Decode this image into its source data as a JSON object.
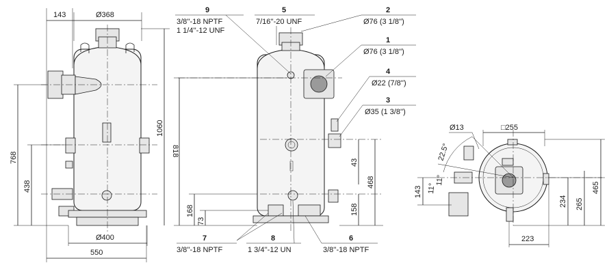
{
  "side_view": {
    "dims": {
      "w143": "143",
      "d368": "Ø368",
      "h1060": "1060",
      "h768": "768",
      "h438": "438",
      "d400": "Ø400",
      "w550": "550"
    }
  },
  "front_view": {
    "dims": {
      "h818": "818",
      "h168": "168",
      "h73": "73",
      "h43": "43",
      "h468": "468",
      "h158": "158"
    },
    "callouts": [
      {
        "num": "9",
        "line1": "3/8''-18 NPTF",
        "line2": "1 1/4''-12 UNF"
      },
      {
        "num": "5",
        "line1": "7/16''-20 UNF"
      },
      {
        "num": "2",
        "line1": "Ø76 (3 1/8'')"
      },
      {
        "num": "1",
        "line1": "Ø76 (3 1/8'')"
      },
      {
        "num": "4",
        "line1": "Ø22 (7/8'')"
      },
      {
        "num": "3",
        "line1": "Ø35 (1 3/8'')"
      },
      {
        "num": "7",
        "line1": "3/8''-18 NPTF"
      },
      {
        "num": "8",
        "line1": "1 3/4''-12 UN"
      },
      {
        "num": "6",
        "line1": "3/8''-18 NPTF"
      }
    ]
  },
  "top_view": {
    "dims": {
      "d13": "Ø13",
      "sq255": "□255",
      "a225": "22.5°",
      "a11a": "11°",
      "a11b": "11°",
      "h143": "143",
      "h234": "234",
      "h265": "265",
      "h465": "465",
      "w223": "223"
    }
  }
}
